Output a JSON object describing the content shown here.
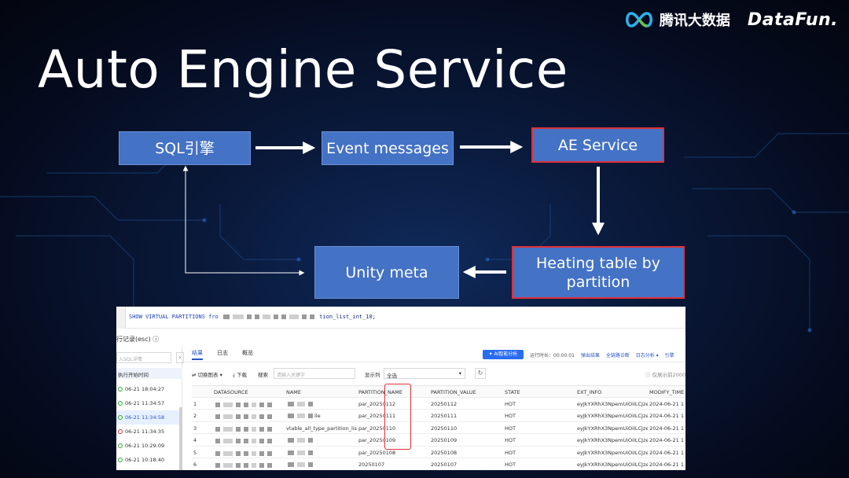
{
  "brand": {
    "tencent_label": "腾讯大数据",
    "datafun_label": "DataFun."
  },
  "title": "Auto Engine Service",
  "flow": {
    "sql_engine": "SQL引擎",
    "event_messages": "Event messages",
    "ae_service": "AE Service",
    "unity_meta": "Unity meta",
    "heating_table": "Heating table by partition"
  },
  "colors": {
    "box_fill": "#4472c4",
    "highlight_border": "#e0303a",
    "accent_blue": "#2a55c0"
  },
  "screenshot": {
    "sql_prefix": "SHOW VIRTUAL PARTITIONS fro",
    "sql_suffix": "tion_list_int_10;",
    "history_title": "行记录(esc)",
    "search_placeholder": "入SQL详情",
    "search_button": "›",
    "history_label": "执行开始时间",
    "history_items": [
      {
        "time": "06-21 18:04:27",
        "status": "ok"
      },
      {
        "time": "06-21 11:34:57",
        "status": "ok"
      },
      {
        "time": "06-21 11:34:58",
        "status": "ok",
        "selected": true
      },
      {
        "time": "06-21 11:34:35",
        "status": "err"
      },
      {
        "time": "06-21 10:29:09",
        "status": "ok"
      },
      {
        "time": "06-21 10:18:40",
        "status": "ok"
      }
    ],
    "tabs": [
      "结果",
      "日志",
      "概览"
    ],
    "ai_button": "AI智能分析",
    "run_time": "运行时长：00:00:01",
    "links": [
      "弹出结果",
      "全链路诊断",
      "日志分析 ▾",
      "引擎"
    ],
    "toolbar": {
      "switch_chart": "⇄ 切换图表 ▾",
      "download": "⤓ 下载",
      "search": "搜索",
      "keyword_placeholder": "请输入关键字",
      "display_columns": "显示列",
      "select_all": "全选",
      "refresh": "↻",
      "info": "ⓘ 仅展示前2000"
    },
    "table": {
      "columns": [
        "DATASOURCE",
        "NAME",
        "PARTITION_NAME",
        "PARTITION_VALUE",
        "STATE",
        "EXT_INFO",
        "MODIFY_TIME"
      ],
      "rows": [
        {
          "idx": "1",
          "name": "",
          "partition_name": "par_20250112",
          "partition_value": "20250112",
          "state": "HOT",
          "ext_info": "eyJkYXRhX3NpemUiOiILCJze",
          "modify_time": "2024-06-21 1"
        },
        {
          "idx": "2",
          "name": "ile",
          "partition_name": "par_20250111",
          "partition_value": "20250111",
          "state": "HOT",
          "ext_info": "eyJkYXRhX3NpemUiOiILCJze",
          "modify_time": "2024-06-21 1"
        },
        {
          "idx": "3",
          "name": "vtable_all_type_partition_list",
          "partition_name": "par_20250110",
          "partition_value": "20250110",
          "state": "HOT",
          "ext_info": "eyJkYXRhX3NpemUiOiILCJze",
          "modify_time": "2024-06-21 1"
        },
        {
          "idx": "4",
          "name": "",
          "partition_name": "par_20250109",
          "partition_value": "20250109",
          "state": "HOT",
          "ext_info": "eyJkYXRhX3NpemUiOiILCJze",
          "modify_time": "2024-06-21 1"
        },
        {
          "idx": "5",
          "name": "",
          "partition_name": "par_20250108",
          "partition_value": "20250108",
          "state": "HOT",
          "ext_info": "eyJkYXRhX3NpemUiOiILCJze",
          "modify_time": "2024-06-21 1"
        },
        {
          "idx": "6",
          "name": "",
          "partition_name": "20250107",
          "partition_value": "20250107",
          "state": "HOT",
          "ext_info": "eyJkYXRhX3NpemUiOiILCJze",
          "modify_time": "2024-06-21 1"
        }
      ]
    }
  }
}
